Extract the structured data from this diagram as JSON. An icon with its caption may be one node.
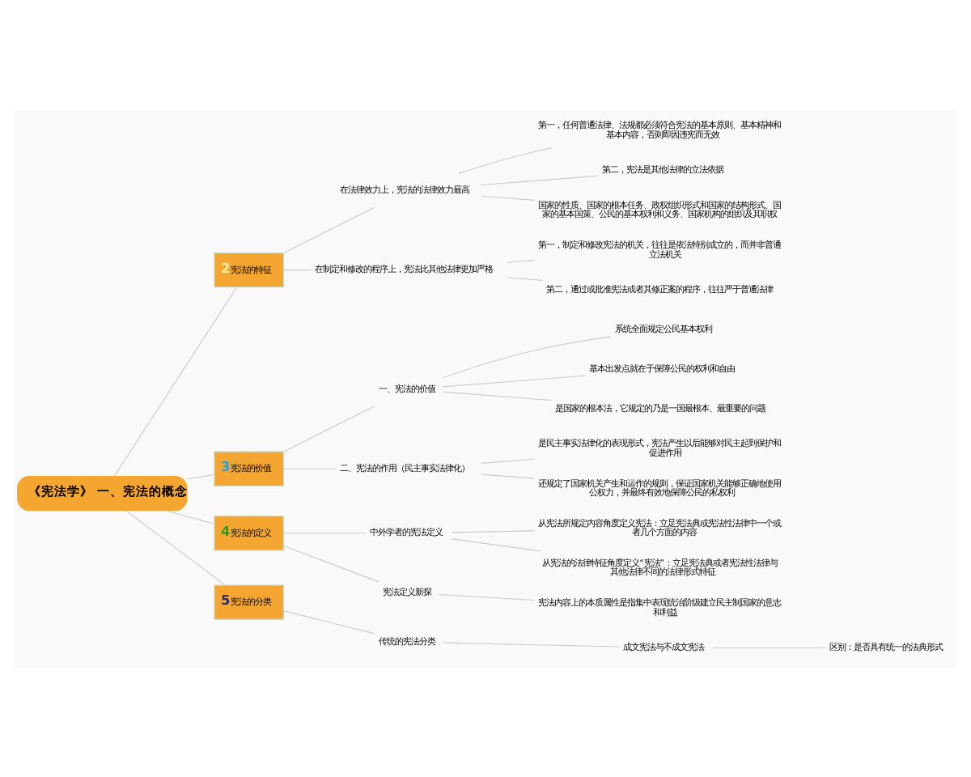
{
  "diagram": {
    "nodes": [
      {
        "text": [
          "《宪法学》 一、宪法的概念"
        ]
      },
      {
        "text": [
          "2",
          "宪法的特征"
        ]
      },
      {
        "text": [
          "在法律效力上，宪法的法律效力最高"
        ]
      },
      {
        "text": [
          "第一，任何普通法律、法规都必须符合宪法的基本原则、基本精神和基本内容，否则即因违宪而无效"
        ]
      },
      {
        "text": [
          "第二，宪法是其他法律的立法依据"
        ]
      },
      {
        "text": [
          "国家的性质、国家的根本任务、政权组织形式和国家的结构形式、国家的基本国策、公民的基本权利和义务、国家机构的组织及其职权"
        ]
      },
      {
        "text": [
          "在制定和修改的程序上，宪法比其他法律更加严格"
        ]
      },
      {
        "text": [
          "第一，制定和修改宪法的机关，往往是依法特别成立的，而并非普通立法机关"
        ]
      },
      {
        "text": [
          "第二，通过或批准宪法或者其修正案的程序，往往严于普通法律"
        ]
      },
      {
        "text": [
          "3",
          "宪法的价值"
        ]
      },
      {
        "text": [
          "一、宪法的价值"
        ]
      },
      {
        "text": [
          "系统全面规定公民基本权利"
        ]
      },
      {
        "text": [
          "基本出发点就在于保障公民的权利和自由"
        ]
      },
      {
        "text": [
          "是国家的根本法，它规定的乃是一国最根本、最重要的问题"
        ]
      },
      {
        "text": [
          "二、宪法的作用（民主事实法律化）"
        ]
      },
      {
        "text": [
          "是民主事实法律化的表现形式，宪法产生以后能够对民主起到保护和促进作用"
        ]
      },
      {
        "text": [
          "还规定了国家机关产生和运作的规则，保证国家机关能够正确地使用公权力，并最终有效地保障公民的私权利"
        ]
      },
      {
        "text": [
          "4",
          "宪法的定义"
        ]
      },
      {
        "text": [
          "中外学者的宪法定义"
        ]
      },
      {
        "text": [
          "从宪法所规定内容角度定义宪法：立足宪法典或宪法性法律中一个或者几个方面的内容"
        ]
      },
      {
        "text": [
          "从宪法的法律特征角度定义“宪法”：立足宪法典或者宪法性法律与其他法律不同的法律形式特征"
        ]
      },
      {
        "text": [
          "宪法定义新探"
        ]
      },
      {
        "text": [
          "宪法内容上的本质属性是指集中表现统治阶级建立民主制国家的意志和利益"
        ]
      },
      {
        "text": [
          "5",
          "宪法的分类"
        ]
      },
      {
        "text": [
          "传统的宪法分类"
        ]
      },
      {
        "text": [
          "成文宪法与不成文宪法"
        ]
      },
      {
        "text": [
          "区别：是否具有统一的法典形式"
        ]
      }
    ],
    "edges": [
      {
        "from": 0,
        "to": 1,
        "arrow": "none"
      },
      {
        "from": 1,
        "to": 2,
        "arrow": "none"
      },
      {
        "from": 2,
        "to": 3,
        "arrow": "none"
      },
      {
        "from": 2,
        "to": 4,
        "arrow": "none"
      },
      {
        "from": 2,
        "to": 5,
        "arrow": "none"
      },
      {
        "from": 1,
        "to": 6,
        "arrow": "none"
      },
      {
        "from": 6,
        "to": 7,
        "arrow": "none"
      },
      {
        "from": 6,
        "to": 8,
        "arrow": "none"
      },
      {
        "from": 0,
        "to": 9,
        "arrow": "none"
      },
      {
        "from": 9,
        "to": 10,
        "arrow": "none"
      },
      {
        "from": 10,
        "to": 11,
        "arrow": "none"
      },
      {
        "from": 10,
        "to": 12,
        "arrow": "none"
      },
      {
        "from": 10,
        "to": 13,
        "arrow": "none"
      },
      {
        "from": 9,
        "to": 14,
        "arrow": "none"
      },
      {
        "from": 14,
        "to": 15,
        "arrow": "none"
      },
      {
        "from": 14,
        "to": 16,
        "arrow": "none"
      },
      {
        "from": 0,
        "to": 17,
        "arrow": "none"
      },
      {
        "from": 17,
        "to": 18,
        "arrow": "none"
      },
      {
        "from": 18,
        "to": 19,
        "arrow": "none"
      },
      {
        "from": 18,
        "to": 20,
        "arrow": "none"
      },
      {
        "from": 17,
        "to": 21,
        "arrow": "none"
      },
      {
        "from": 21,
        "to": 22,
        "arrow": "none"
      },
      {
        "from": 0,
        "to": 23,
        "arrow": "none"
      },
      {
        "from": 23,
        "to": 24,
        "arrow": "none"
      },
      {
        "from": 24,
        "to": 25,
        "arrow": "none"
      },
      {
        "from": 25,
        "to": 26,
        "arrow": "none"
      }
    ]
  }
}
